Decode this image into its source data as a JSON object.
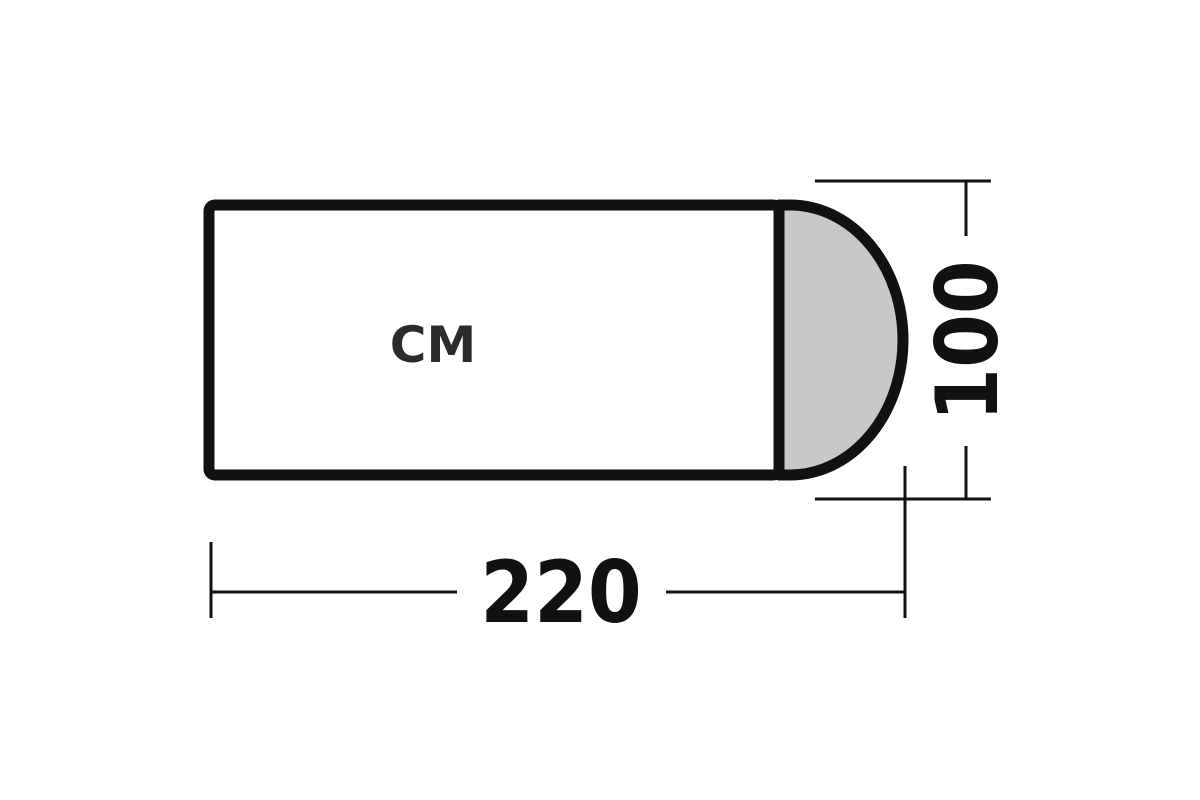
{
  "diagram": {
    "unit_label": "СМ",
    "length_label": "220",
    "width_label": "100"
  },
  "colors": {
    "outline": "#111111",
    "hood_fill": "#c8c8c8",
    "background": "#ffffff",
    "unit_text": "#2b2b2b"
  }
}
